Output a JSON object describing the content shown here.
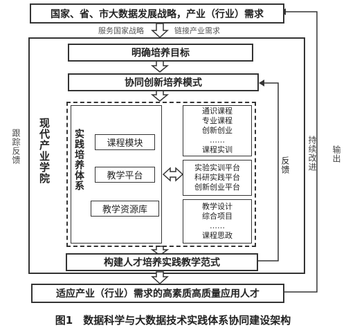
{
  "top_box": "国家、省、市大数据发展战略，产业（行业）需求",
  "under_top": [
    "服务国家战略",
    "链接产业需求"
  ],
  "goal_box": "明确培养目标",
  "mode_box": "协同创新培养模式",
  "left_outer": "跟踪反馈",
  "college": "现代产业学院",
  "practice_system": "实践培养体系",
  "practice_items": [
    "课程模块",
    "教学平台",
    "教学资源库"
  ],
  "course_group": [
    "通识课程",
    "专业课程",
    "创新创业",
    "……",
    "课程实训"
  ],
  "platform_group": [
    "实验实训平台",
    "科研实践平台",
    "创新创业平台"
  ],
  "resource_group": [
    "教学设计",
    "综合项目",
    "……",
    "课程思政"
  ],
  "paradigm_box": "构建人才培养实践教学范式",
  "bottom_box": "适应产业（行业）需求的高素质高质量应用人才",
  "feedback_inner": "反馈",
  "improve": "持续改进",
  "output": "输出",
  "caption": "图1　数据科学与大数据技术实践体系协同建设架构"
}
